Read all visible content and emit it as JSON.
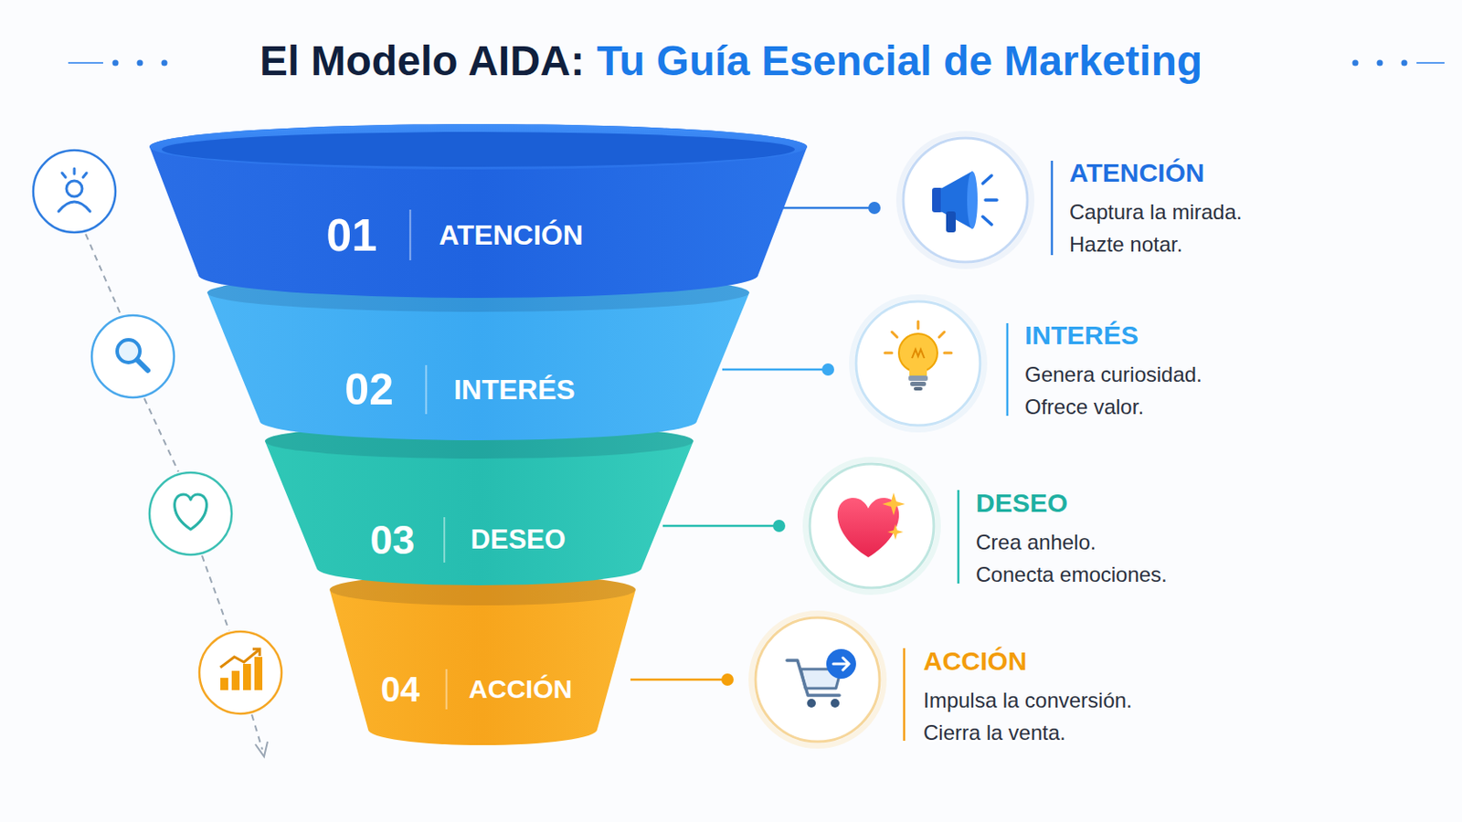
{
  "diagram": {
    "title": "El Modelo AIDA:",
    "nodes": [
      {
        "text": [
          "01",
          "ATENCIÓN"
        ]
      },
      {
        "text": [
          "02",
          "INTERÉS"
        ]
      },
      {
        "text": [
          "03",
          "DESEO"
        ]
      },
      {
        "text": [
          "04",
          "ACCIÓN"
        ]
      }
    ],
    "labels": [
      "Tu Guía Esencial de Marketing",
      "ATENCIÓN",
      "Captura la mirada. Hazte notar.",
      "INTERÉS",
      "Genera curiosidad. Ofrece valor.",
      "DESEO",
      "Crea anhelo. Conecta emociones.",
      "ACCIÓN",
      "Impulsa la conversión. Cierra la venta."
    ]
  }
}
